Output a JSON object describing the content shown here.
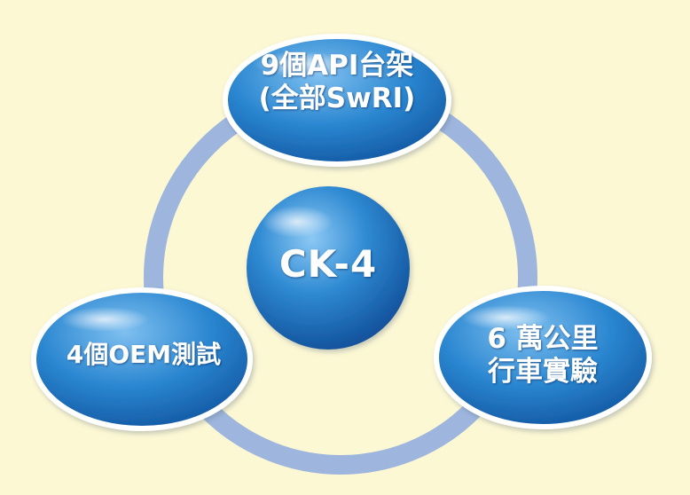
{
  "diagram": {
    "center": {
      "label": "CK-4"
    },
    "top": {
      "line1": "9個API台架",
      "line2": "(全部SwRI)"
    },
    "left": {
      "line1": "4個OEM測試"
    },
    "right": {
      "line1": "6 萬公里",
      "line2": "行車實驗"
    }
  },
  "colors": {
    "background": "#fdf8d4",
    "ring": "#9eb6de",
    "node_light": "#7fc0f0",
    "node_mid": "#2a86d0",
    "node_dark": "#0f4f9a",
    "node_border": "#ffffff"
  }
}
